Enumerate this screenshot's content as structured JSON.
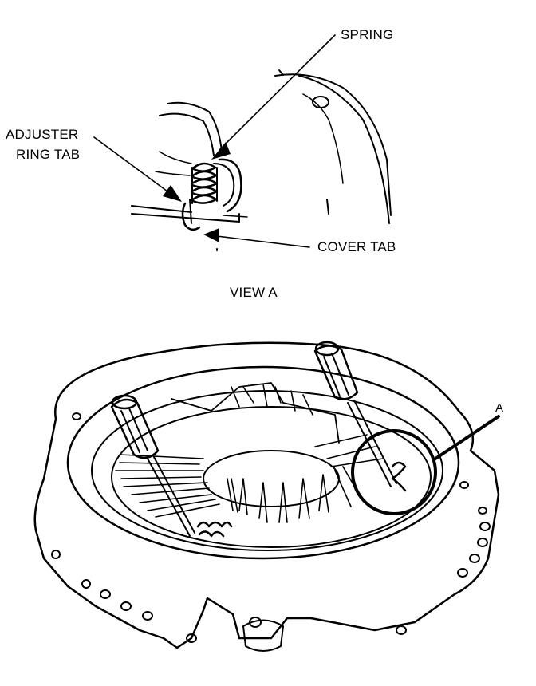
{
  "labels": {
    "spring": "SPRING",
    "adjuster_ring_tab_line1": "ADJUSTER",
    "adjuster_ring_tab_line2": "RING TAB",
    "cover_tab": "COVER TAB",
    "view_title": "VIEW A",
    "detail_marker": "A"
  },
  "colors": {
    "ink": "#000000",
    "paper": "#ffffff"
  },
  "icons": [
    "screwdriver-icon",
    "spring-icon"
  ]
}
